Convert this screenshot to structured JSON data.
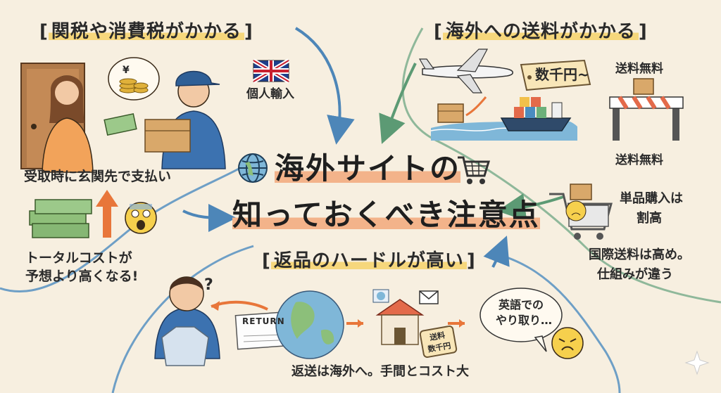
{
  "title": {
    "line1": "海外サイトの",
    "line2": "知っておくべき注意点"
  },
  "sections": {
    "tax": {
      "heading": "関税や消費税がかかる",
      "yen_symbol": "¥",
      "flag_label": "個人輸入",
      "pay_note": "受取時に玄関先で支払い",
      "cost_note_line1": "トータルコストが",
      "cost_note_line2": "予想より高くなる!"
    },
    "shipping": {
      "heading": "海外への送料がかかる",
      "price_tag": "数千円~",
      "free1": "送料無料",
      "free2": "送料無料",
      "single_line1": "単品購入は",
      "single_line2": "割高",
      "intl_line1": "国際送料は高め。",
      "intl_line2": "仕組みが違う"
    },
    "returns": {
      "heading": "返品のハードルが高い",
      "return_label": "RETURN",
      "question_mark": "?",
      "shipping_tag_line1": "送料",
      "shipping_tag_line2": "数千円",
      "bubble_line1": "英語での",
      "bubble_line2": "やり取り…",
      "note": "返送は海外へ。手間とコスト大"
    }
  },
  "colors": {
    "background": "#f7efe0",
    "divider_blue": "#6e9fc6",
    "divider_green": "#8fb89a",
    "heading_highlight": "#f6d77c",
    "title_highlight": "#f3b38a",
    "arrow_orange": "#e8763a"
  },
  "icons": [
    "globe-icon",
    "shopping-cart-icon",
    "uk-flag-icon",
    "airplane-icon",
    "ship-icon",
    "barrier-icon",
    "arrow-up-icon",
    "envelope-icon",
    "sparkle-icon"
  ]
}
